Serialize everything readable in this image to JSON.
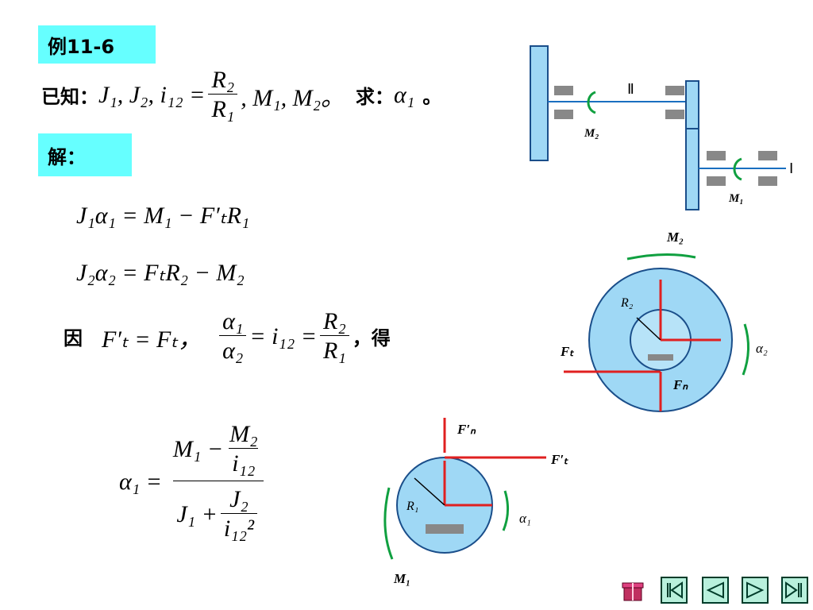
{
  "example_label": "例11-6",
  "solution_label": "解：",
  "given": {
    "prefix": "已知：",
    "vars": "J₁, J₂, i₁₂ =",
    "ratio_num": "R₂",
    "ratio_den": "R₁",
    "rest": ", M₁, M₂。",
    "find_prefix": "求：",
    "find_var": "α₁",
    "find_end": "。"
  },
  "equations": {
    "eq1": "J₁α₁ = M₁ − F′ₜR₁",
    "eq2": "J₂α₂ = FₜR₂ − M₂",
    "because": "因",
    "eq3a": "F′ₜ = Fₜ，",
    "eq3_frac_num": "α₁",
    "eq3_frac_den": "α₂",
    "eq3_mid": "= i₁₂ =",
    "eq3_frac2_num": "R₂",
    "eq3_frac2_den": "R₁",
    "eq3_end": "，得"
  },
  "result": {
    "lhs": "α₁ =",
    "num_a": "M₁ −",
    "num_frac_num": "M₂",
    "num_frac_den": "i₁₂",
    "den_a": "J₁ +",
    "den_frac_num": "J₂",
    "den_frac_den": "i₁₂²"
  },
  "diagram_top": {
    "shaft_II": "Ⅱ",
    "shaft_I": "Ⅰ",
    "torque_2": "M₂",
    "torque_1": "M₁"
  },
  "diagram_gear2": {
    "m2": "M₂",
    "r2": "R₂",
    "ft": "Fₜ",
    "fn": "Fₙ",
    "alpha2": "α₂"
  },
  "diagram_gear1": {
    "fn_prime": "F′ₙ",
    "ft_prime": "F′ₜ",
    "r1": "R₁",
    "alpha1": "α₁",
    "m1": "M₁"
  },
  "colors": {
    "label_bg": "#66ffff",
    "force": "#e02020",
    "moment": "#10a040",
    "gear": "#9fd8f5"
  },
  "nav": [
    "first-icon",
    "prev-icon",
    "next-icon",
    "last-icon"
  ]
}
